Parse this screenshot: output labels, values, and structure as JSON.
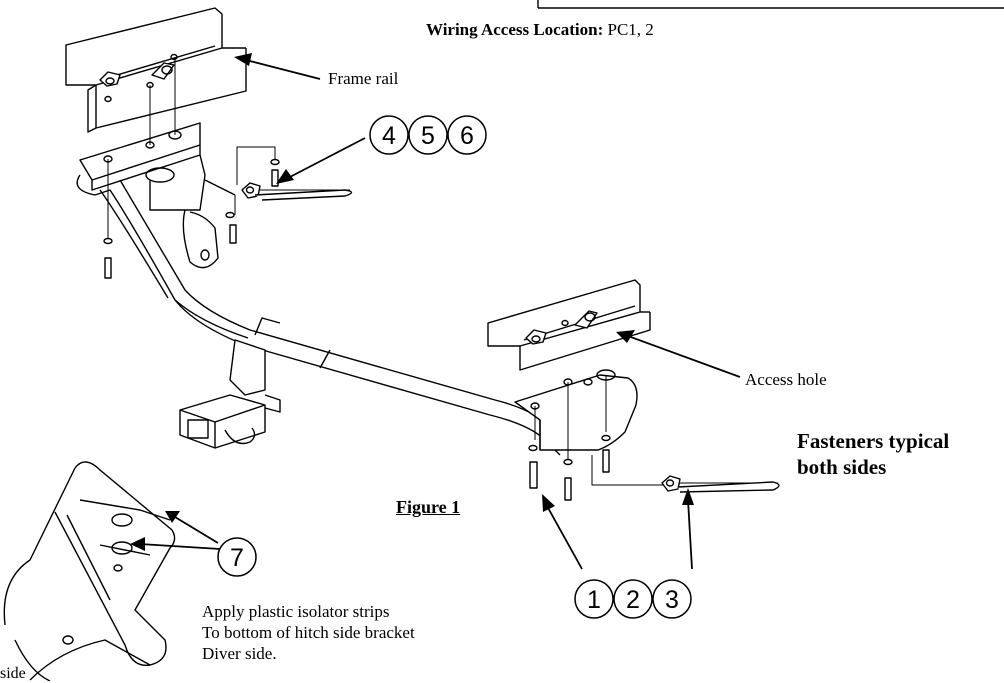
{
  "wiring": {
    "label": "Wiring Access Location:",
    "value": "PC1, 2"
  },
  "labels": {
    "frame_rail": "Frame rail",
    "access_hole": "Access hole",
    "fasteners_line1": "Fasteners typical",
    "fasteners_line2": "both sides",
    "figure": "Figure 1",
    "apply_line1": "Apply plastic isolator strips",
    "apply_line2": "To bottom of hitch side bracket",
    "apply_line3": "Diver side.",
    "cut_side": "side"
  },
  "callouts": {
    "group_upper": [
      "4",
      "5",
      "6"
    ],
    "group_lower": [
      "1",
      "2",
      "3"
    ],
    "strip": "7"
  }
}
